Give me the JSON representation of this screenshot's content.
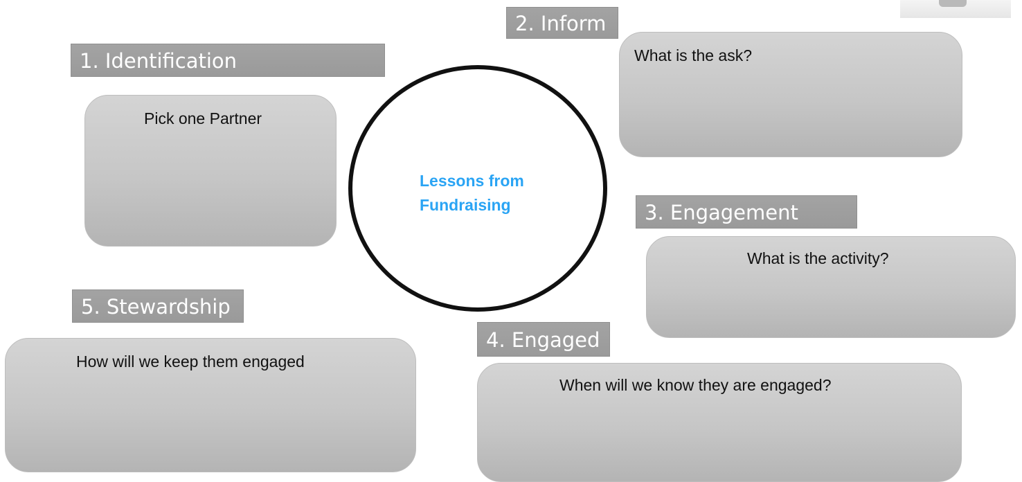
{
  "center": {
    "line1": "Lessons from",
    "line2": "Fundraising"
  },
  "steps": {
    "identification": {
      "label": "1. Identification",
      "text": "Pick one Partner"
    },
    "inform": {
      "label": "2. Inform",
      "text": "What is the ask?"
    },
    "engagement": {
      "label": "3. Engagement",
      "text": "What is the activity?"
    },
    "engaged": {
      "label": "4. Engaged",
      "text": "When will we know they are engaged?"
    },
    "stewardship": {
      "label": "5. Stewardship",
      "text": "How will we keep them engaged"
    }
  },
  "colors": {
    "label_bar": "#9e9e9e",
    "box": "#c6c6c6",
    "center_text": "#2aa4f4",
    "circle_border": "#111111"
  }
}
